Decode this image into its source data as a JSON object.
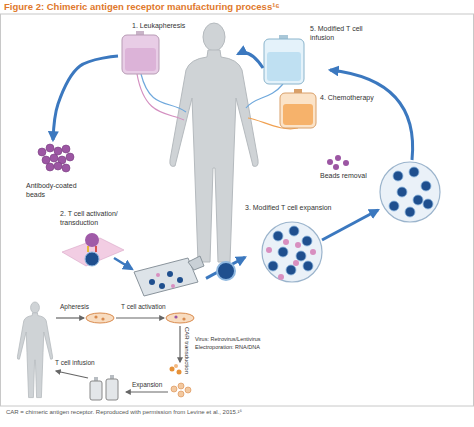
{
  "diagram": {
    "title": "Figure 2: Chimeric antigen receptor manufacturing process¹⁶",
    "caption": "CAR = chimeric antigen receptor. Reproduced with permission from Levine et al., 2015.¹⁶",
    "nodes": [
      {
        "text": [
          "1. Leukapheresis"
        ]
      },
      {
        "text": [
          "Antibody-coated beads"
        ]
      },
      {
        "text": [
          "2. T cell activation/ transduction"
        ]
      },
      {
        "text": [
          "3. Modified T cell expansion"
        ]
      },
      {
        "text": [
          "4. Chemotherapy"
        ]
      },
      {
        "text": [
          "5. Modified T cell infusion"
        ]
      }
    ],
    "edges": [
      {
        "from": 0,
        "to": 1,
        "arrow": "to"
      },
      {
        "from": 2,
        "to": 3,
        "arrow": "to"
      }
    ],
    "labels": [
      "Beads removal",
      "Apheresis",
      "T cell activation",
      "CAR transduction",
      "Virus: Retrovirus/Lentivirus",
      "Electroporation: RNA/DNA",
      "Expansion",
      "T cell infusion"
    ]
  }
}
